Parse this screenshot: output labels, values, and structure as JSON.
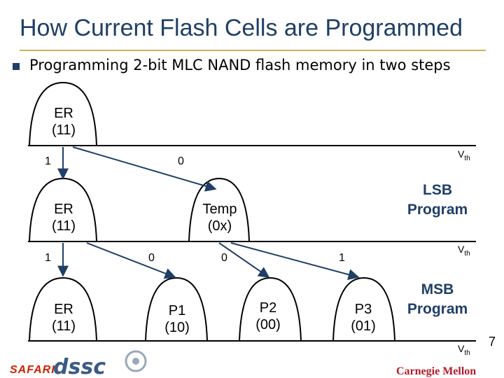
{
  "title": "How Current Flash Cells are Programmed",
  "bullet": "Programming 2-bit MLC NAND flash memory in two steps",
  "axis_label": {
    "main": "V",
    "sub": "th"
  },
  "row1": {
    "state_name": "ER",
    "state_bits": "(11)",
    "bit_left": "1",
    "bit_right": "0"
  },
  "row2": {
    "er_name": "ER",
    "er_bits": "(11)",
    "temp_name": "Temp",
    "temp_bits": "(0x)",
    "step_label": "LSB Program",
    "bit_er": "1",
    "bit_er2p1": "0",
    "bit_temp_p2": "0",
    "bit_temp_p3": "1"
  },
  "row3": {
    "states": [
      {
        "name": "ER",
        "bits": "(11)"
      },
      {
        "name": "P1",
        "bits": "(10)"
      },
      {
        "name": "P2",
        "bits": "(00)"
      },
      {
        "name": "P3",
        "bits": "(01)"
      }
    ],
    "step_label": "MSB Program"
  },
  "footer": {
    "left_logo": "SAFARI",
    "right_logo": "Carnegie Mellon",
    "page_number": "7"
  },
  "colors": {
    "title": "#1f3f66",
    "rule": "#c9b25a",
    "arrow": "#1f3f66",
    "accent": "#1f3f66"
  }
}
